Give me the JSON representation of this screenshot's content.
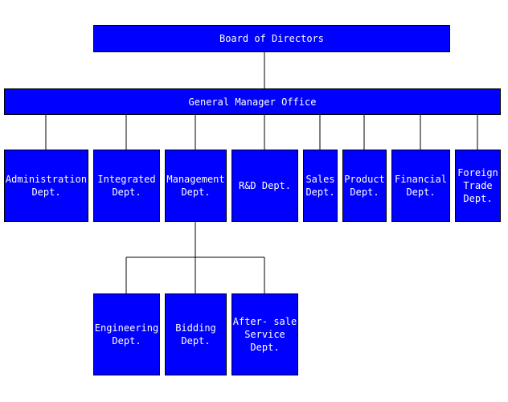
{
  "colors": {
    "box_fill": "#0000ff",
    "box_text": "#ffffff",
    "line": "#000000",
    "background": "#ffffff"
  },
  "board": "Board of Directors",
  "gm_office": "General Manager Office",
  "departments": {
    "administration": "Administration\nDept.",
    "integrated": "Integrated\nDept.",
    "management": "Management\nDept.",
    "rd": "R&D Dept.",
    "sales": "Sales\nDept.",
    "product": "Product\nDept.",
    "financial": "Financial\nDept.",
    "foreign_trade": "Foreign\nTrade\nDept."
  },
  "sub_departments": {
    "engineering": "Engineering\nDept.",
    "bidding": "Bidding\nDept.",
    "after_sale": "After- sale\nService\nDept."
  }
}
